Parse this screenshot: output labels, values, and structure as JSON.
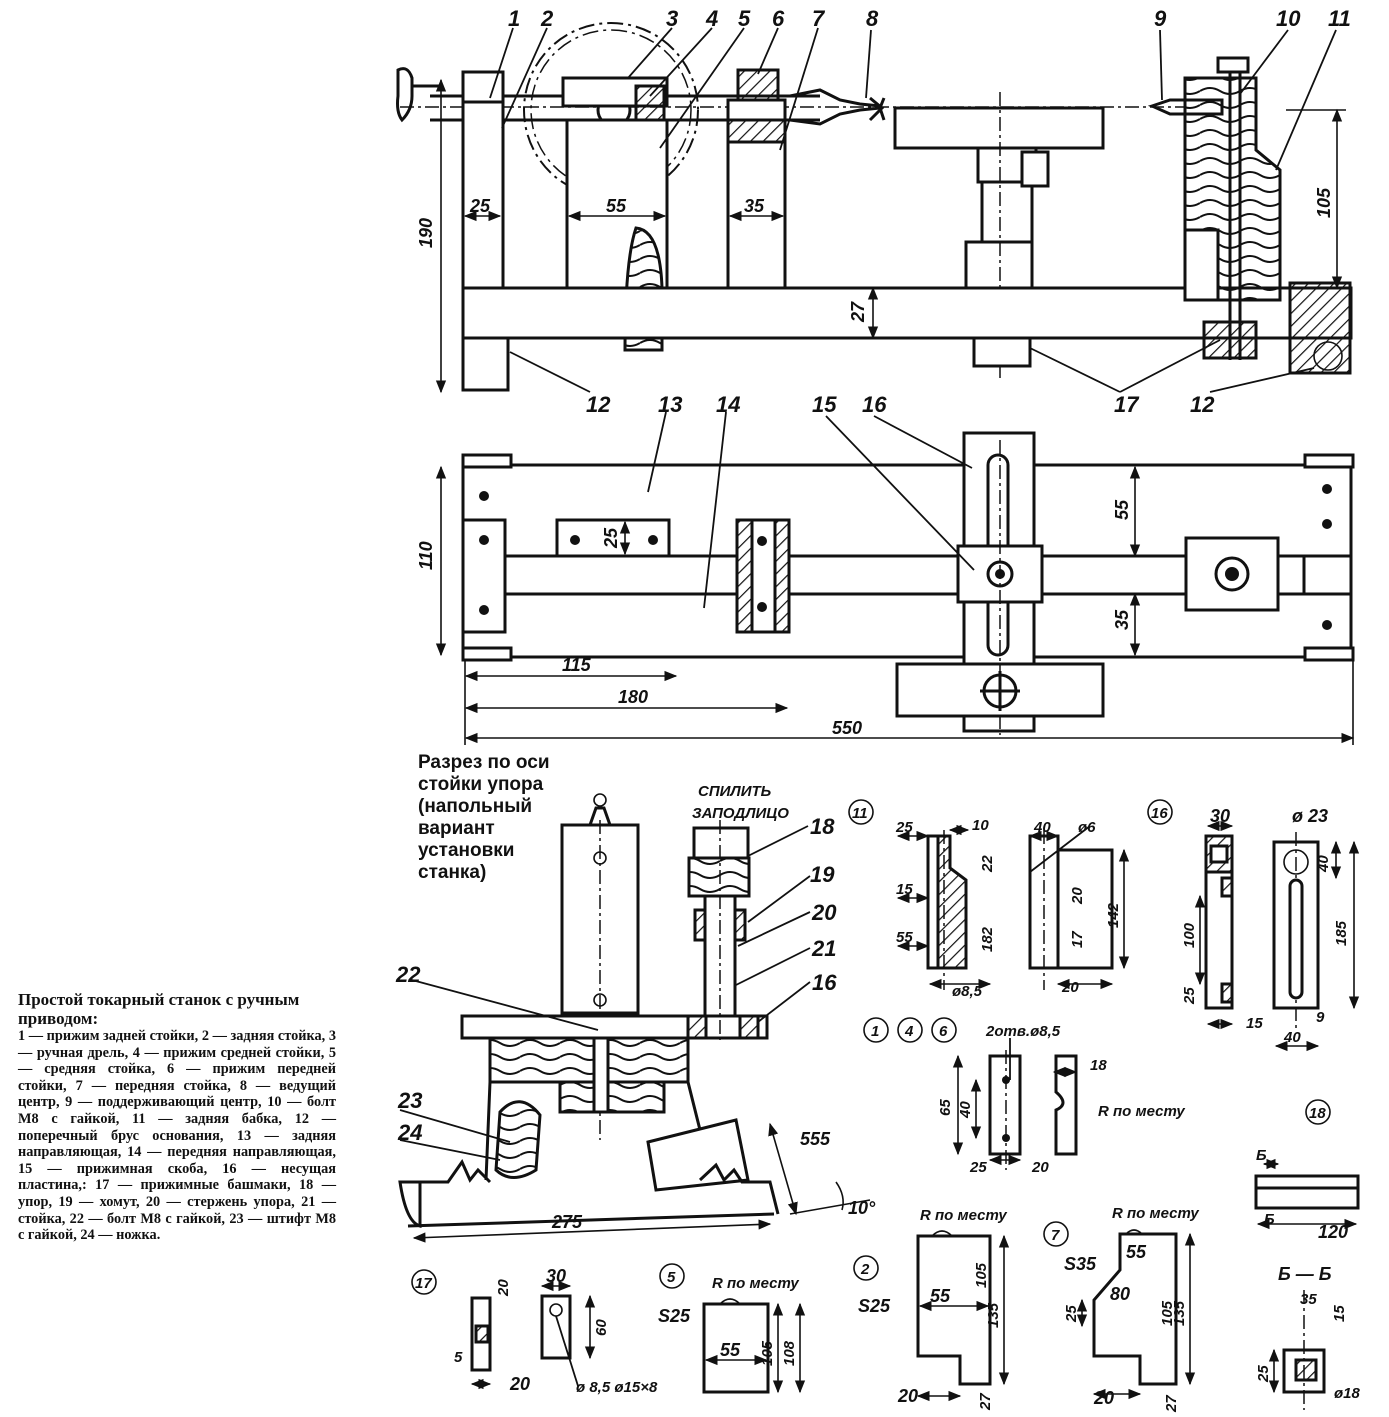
{
  "caption": {
    "title": "Простой токарный станок с ручным приводом:",
    "legend": "1 — прижим задней стойки, 2 — задняя стойка, 3 — ручная дрель, 4 — прижим средней стойки, 5 — средняя стойка, 6 — прижим передней стойки, 7 — передняя стойка, 8 — ведущий центр, 9 — поддерживающий центр, 10 — болт М8 с гайкой, 11 — задняя бабка, 12 — поперечный брус основания, 13 — задняя направляющая, 14 — передняя направляющая, 15 — прижимная скоба, 16 — несущая пластина,: 17 — прижимные башмаки, 18 — упор, 19 — хомут, 20 — стержень упора, 21 — стойка, 22 — болт М8 с гайкой, 23 — штифт М8 с гайкой, 24 — ножка."
  },
  "section_note": "Разрез по оси стойки упора (напольный вариант установки станка)",
  "front_view": {
    "part_numbers": [
      "1",
      "2",
      "3",
      "4",
      "5",
      "6",
      "7",
      "8",
      "9",
      "10",
      "11",
      "12",
      "17",
      "12"
    ],
    "dims": {
      "d25": "25",
      "d55": "55",
      "d35": "35",
      "d190": "190",
      "d27": "27",
      "d105": "105"
    }
  },
  "top_view": {
    "part_numbers": [
      "13",
      "14",
      "15",
      "16"
    ],
    "dims": {
      "d110": "110",
      "d25": "25",
      "d115": "115",
      "d180": "180",
      "d550": "550",
      "d55": "55",
      "d35": "35"
    }
  },
  "section_view": {
    "part_numbers": [
      "18",
      "19",
      "20",
      "21",
      "16",
      "22",
      "23",
      "24"
    ],
    "note_cut": "СПИЛИТЬ ЗАПОДЛИЦО",
    "dims": {
      "d555": "555",
      "d275": "275",
      "d10deg": "10°"
    }
  },
  "detail_11": {
    "callout": "11",
    "dims": {
      "a": "25",
      "b": "10",
      "c": "22",
      "d": "15",
      "e": "55",
      "f": "182",
      "g": "ø8,5",
      "h": "40",
      "i": "ø6",
      "j": "20",
      "k": "142",
      "l": "17",
      "m": "20"
    }
  },
  "detail_16": {
    "callout": "16",
    "dims": {
      "a": "30",
      "b": "ø 23",
      "c": "40",
      "d": "185",
      "e": "100",
      "f": "25",
      "g": "15",
      "h": "9",
      "i": "40"
    }
  },
  "detail_146": {
    "callouts": [
      "1",
      "4",
      "6"
    ],
    "dims": {
      "holes": "2отв.ø8,5",
      "a": "18",
      "b": "R по месту",
      "c": "65",
      "d": "40",
      "e": "25",
      "f": "20"
    }
  },
  "detail_18": {
    "callout": "18",
    "dims": {
      "a": "Б",
      "b": "Б",
      "c": "120",
      "section": "Б — Б",
      "d": "35",
      "e": "15",
      "f": "25",
      "g": "ø18"
    }
  },
  "detail_17": {
    "callout": "17",
    "dims": {
      "a": "20",
      "b": "30",
      "c": "60",
      "d": "5",
      "e": "20",
      "f": "ø 8,5 ø15×8"
    }
  },
  "detail_5": {
    "callout": "5",
    "dims": {
      "r": "R по месту",
      "s": "S25",
      "a": "55",
      "b": "105",
      "c": "108"
    }
  },
  "detail_2": {
    "callout": "2",
    "dims": {
      "r": "R по месту",
      "s": "S25",
      "a": "55",
      "b": "105",
      "c": "135",
      "d": "20",
      "e": "27"
    }
  },
  "detail_7": {
    "callout": "7",
    "dims": {
      "r": "R по месту",
      "s": "S35",
      "a": "55",
      "b": "80",
      "c": "25",
      "d": "105",
      "e": "135",
      "f": "20",
      "g": "27"
    }
  }
}
